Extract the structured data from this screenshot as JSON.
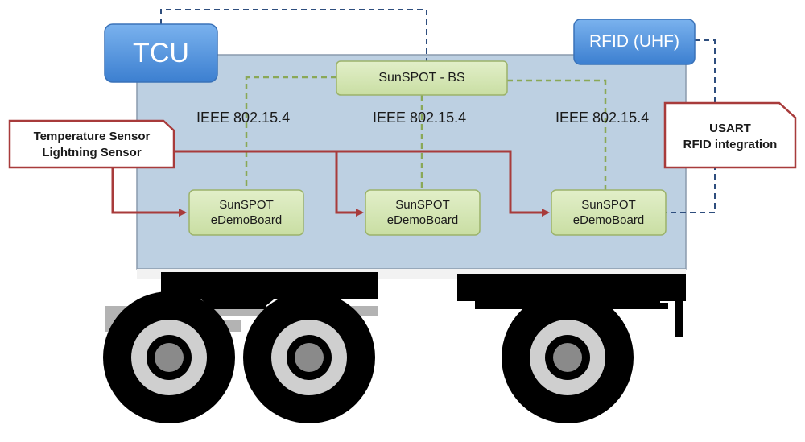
{
  "tcu": {
    "label": "TCU"
  },
  "rfid": {
    "label": "RFID (UHF)"
  },
  "base_station": {
    "label": "SunSPOT - BS"
  },
  "links": [
    {
      "label": "IEEE 802.15.4"
    },
    {
      "label": "IEEE 802.15.4"
    },
    {
      "label": "IEEE 802.15.4"
    }
  ],
  "nodes": [
    {
      "line1": "SunSPOT",
      "line2": "eDemoBoard"
    },
    {
      "line1": "SunSPOT",
      "line2": "eDemoBoard"
    },
    {
      "line1": "SunSPOT",
      "line2": "eDemoBoard"
    }
  ],
  "sensors_callout": {
    "line1": "Temperature Sensor",
    "line2": "Lightning Sensor"
  },
  "usart_callout": {
    "line1": "USART",
    "line2": "RFID integration"
  },
  "colors": {
    "container_fill": "#bdd0e2",
    "container_border": "#8a9aad",
    "tcu_blue": "#4b8fd9",
    "node_fill": "#d4e5b4",
    "node_border": "#9bb26a",
    "green_dash": "#8aa857",
    "navy_dash": "#2e4e7e",
    "red_arrow": "#a83b3b"
  }
}
